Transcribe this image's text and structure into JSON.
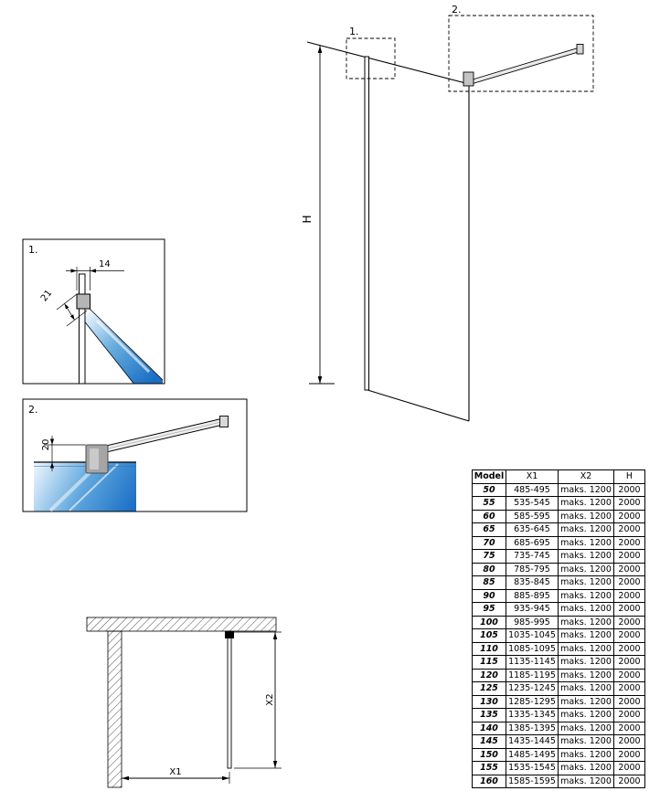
{
  "labels": {
    "callout1": "1.",
    "callout2": "2.",
    "detail1": "1.",
    "detail2": "2.",
    "dim_h": "H",
    "dim_14": "14",
    "dim_21": "21",
    "dim_20": "20",
    "dim_x1": "X1",
    "dim_x2": "X2"
  },
  "colors": {
    "glass_blue": "#1a6ec5",
    "line_black": "#000000"
  },
  "table": {
    "headers": [
      "Model",
      "X1",
      "X2",
      "H"
    ],
    "rows": [
      [
        "50",
        "485-495",
        "maks. 1200",
        "2000"
      ],
      [
        "55",
        "535-545",
        "maks. 1200",
        "2000"
      ],
      [
        "60",
        "585-595",
        "maks. 1200",
        "2000"
      ],
      [
        "65",
        "635-645",
        "maks. 1200",
        "2000"
      ],
      [
        "70",
        "685-695",
        "maks. 1200",
        "2000"
      ],
      [
        "75",
        "735-745",
        "maks. 1200",
        "2000"
      ],
      [
        "80",
        "785-795",
        "maks. 1200",
        "2000"
      ],
      [
        "85",
        "835-845",
        "maks. 1200",
        "2000"
      ],
      [
        "90",
        "885-895",
        "maks. 1200",
        "2000"
      ],
      [
        "95",
        "935-945",
        "maks. 1200",
        "2000"
      ],
      [
        "100",
        "985-995",
        "maks. 1200",
        "2000"
      ],
      [
        "105",
        "1035-1045",
        "maks. 1200",
        "2000"
      ],
      [
        "110",
        "1085-1095",
        "maks. 1200",
        "2000"
      ],
      [
        "115",
        "1135-1145",
        "maks. 1200",
        "2000"
      ],
      [
        "120",
        "1185-1195",
        "maks. 1200",
        "2000"
      ],
      [
        "125",
        "1235-1245",
        "maks. 1200",
        "2000"
      ],
      [
        "130",
        "1285-1295",
        "maks. 1200",
        "2000"
      ],
      [
        "135",
        "1335-1345",
        "maks. 1200",
        "2000"
      ],
      [
        "140",
        "1385-1395",
        "maks. 1200",
        "2000"
      ],
      [
        "145",
        "1435-1445",
        "maks. 1200",
        "2000"
      ],
      [
        "150",
        "1485-1495",
        "maks. 1200",
        "2000"
      ],
      [
        "155",
        "1535-1545",
        "maks. 1200",
        "2000"
      ],
      [
        "160",
        "1585-1595",
        "maks. 1200",
        "2000"
      ]
    ]
  }
}
